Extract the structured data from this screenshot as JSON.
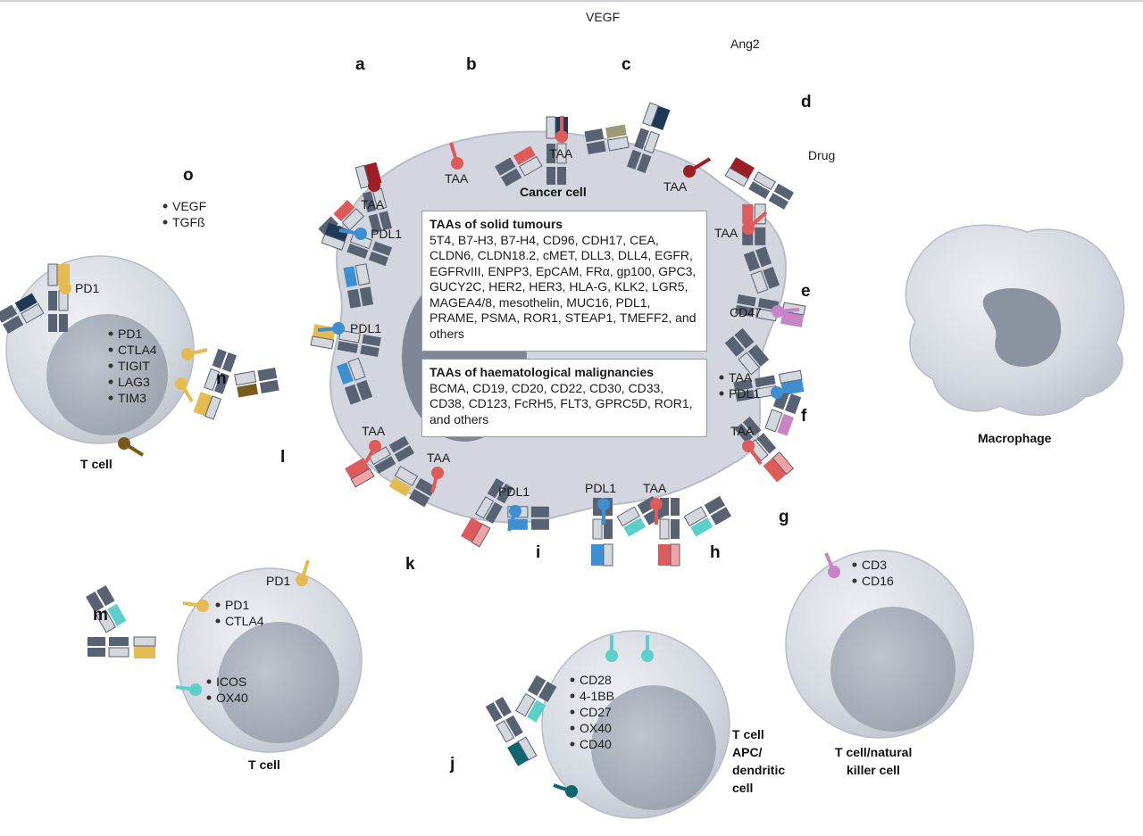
{
  "panel_letters": {
    "a": "a",
    "b": "b",
    "c": "c",
    "d": "d",
    "e": "e",
    "f": "f",
    "g": "g",
    "h": "h",
    "i": "i",
    "j": "j",
    "k": "k",
    "l": "l",
    "m": "m",
    "n": "n",
    "o": "o"
  },
  "cells": {
    "cancer": "Cancer cell",
    "macrophage": "Macrophage",
    "tcell_left": "T cell",
    "tcell_bottom_left": "T cell",
    "tcell_apc_1": "T cell",
    "tcell_apc_2": "APC/",
    "tcell_apc_3": "dendritic",
    "tcell_apc_4": "cell",
    "nk_1": "T cell/natural",
    "nk_2": "killer cell"
  },
  "labels": {
    "taa": "TAA",
    "pdl1": "PDL1",
    "pd1": "PD1",
    "vegf": "VEGF",
    "ang2": "Ang2",
    "drug": "Drug",
    "cd47": "CD47"
  },
  "lists": {
    "o": [
      "VEGF",
      "TGFß"
    ],
    "n": [
      "PD1",
      "CTLA4",
      "TIGIT",
      "LAG3",
      "TIM3"
    ],
    "f": [
      "TAA",
      "PDL1"
    ],
    "g": [
      "CD3",
      "CD16"
    ],
    "m_top": [
      "PD1",
      "CTLA4"
    ],
    "m_bottom": [
      "ICOS",
      "OX40"
    ],
    "j": [
      "CD28",
      "4-1BB",
      "CD27",
      "OX40",
      "CD40"
    ]
  },
  "boxes": {
    "solid_title": "TAAs of solid tumours",
    "solid_body": "5T4, B7-H3, B7-H4, CD96, CDH17, CEA, CLDN6, CLDN18.2, cMET, DLL3, DLL4, EGFR, EGFRvIII, ENPP3, EpCAM, FRα, gp100, GPC3, GUCY2C, HER2, HER3, HLA-G, KLK2, LGR5, MAGEA4/8, mesothelin, MUC16, PDL1, PRAME, PSMA, ROR1, STEAP1, TMEFF2, and others",
    "haem_title": "TAAs of haematological malignancies",
    "haem_body": "BCMA, CD19, CD20, CD22, CD30, CD33, CD38, CD123, FcRH5, FLT3, GPRC5D, ROR1, and others"
  },
  "colors": {
    "grey_dark": "#586273",
    "grey_light": "#d4d8de",
    "navy": "#1f3a56",
    "red": "#dd5b5b",
    "red_light": "#f0a3a3",
    "darkred": "#9b1f24",
    "blue": "#3f8fd0",
    "blue_light": "#a9d1f0",
    "yellow": "#e3bb50",
    "yellow_light": "#f6e4a6",
    "teal": "#5ccfc8",
    "teal_dark": "#0f6670",
    "purple": "#c785c7",
    "olive": "#9c9a72",
    "brown": "#7a5a1c",
    "cell": "#d8dbe3"
  }
}
